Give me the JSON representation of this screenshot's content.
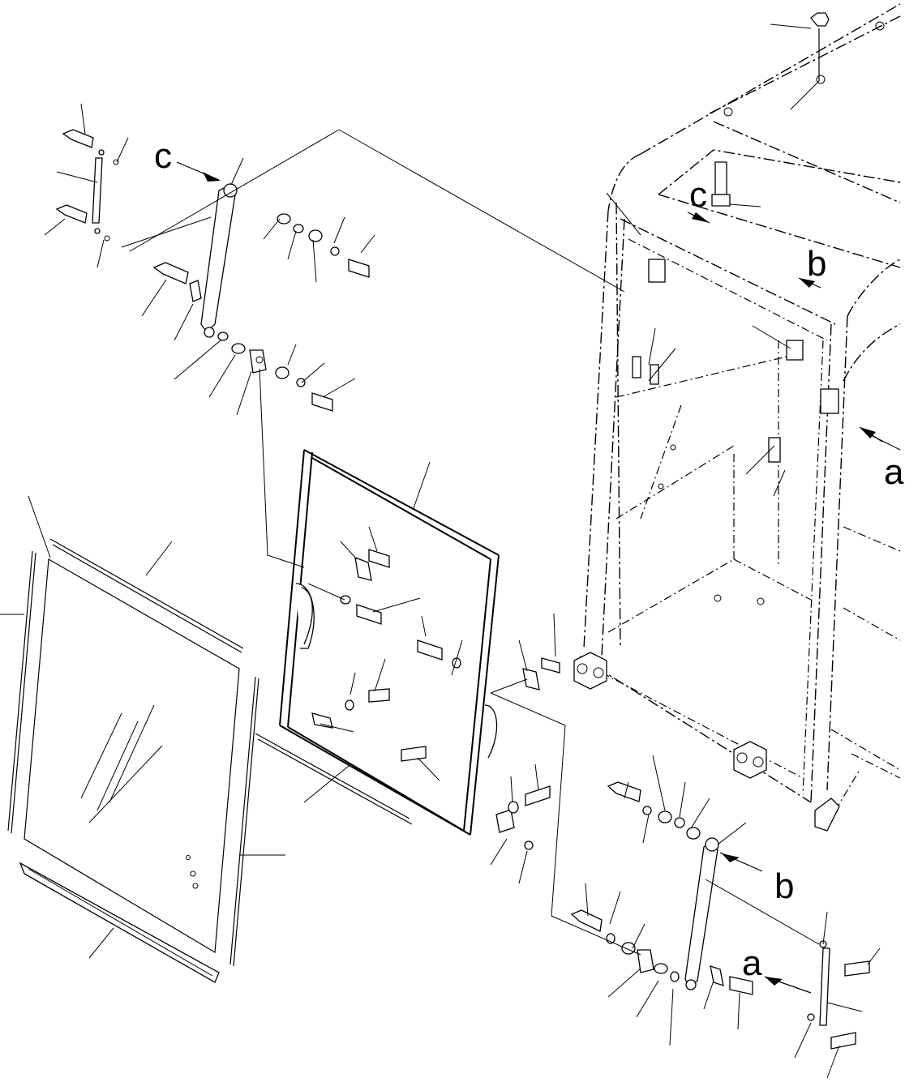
{
  "view_labels": [
    {
      "id": "c-upper-left",
      "text": "c"
    },
    {
      "id": "c-cab",
      "text": "c"
    },
    {
      "id": "b-cab",
      "text": "b"
    },
    {
      "id": "a-cab",
      "text": "a"
    },
    {
      "id": "b-lower-right",
      "text": "b"
    },
    {
      "id": "a-lower-right",
      "text": "a"
    }
  ],
  "colors": {
    "line": "#000000",
    "background": "#ffffff"
  }
}
